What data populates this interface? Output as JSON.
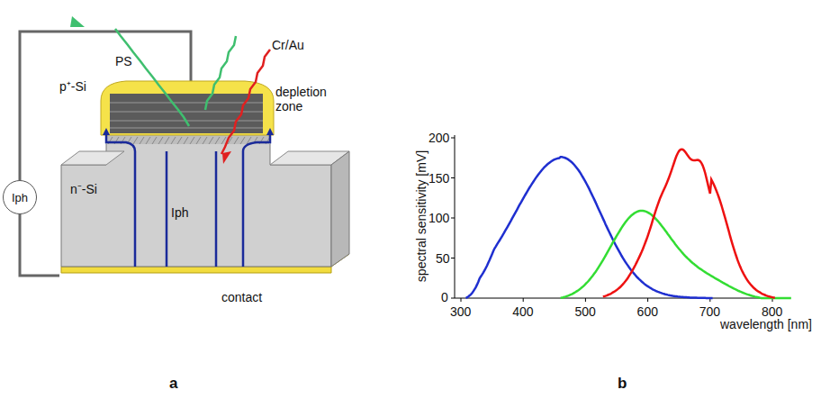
{
  "diagram": {
    "nodes": [
      {
        "text": [
          "Iph"
        ]
      }
    ],
    "labels": [
      "PS",
      "p⁺-Si",
      "Cr/Au",
      "depletion zone",
      "n⁻-Si",
      "Iph",
      "contact",
      "a",
      "spectral sensitivity [mV]",
      "200",
      "150",
      "100",
      "50",
      "0",
      "300",
      "400",
      "500",
      "600",
      "700",
      "800",
      "wavelength [nm]",
      "b"
    ]
  }
}
